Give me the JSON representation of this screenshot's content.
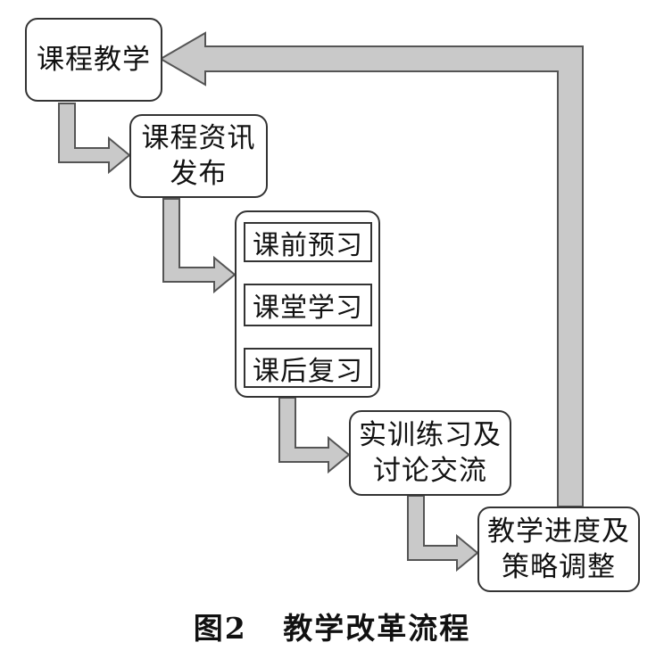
{
  "diagram": {
    "nodes": {
      "course_teaching": "课程教学",
      "info_release": {
        "line1": "课程资讯",
        "line2": "发布"
      },
      "study_group": {
        "pre_class": "课前预习",
        "in_class": "课堂学习",
        "after_class": "课后复习"
      },
      "practice_discussion": {
        "line1": "实训练习及",
        "line2": "讨论交流"
      },
      "progress_adjust": {
        "line1": "教学进度及",
        "line2": "策略调整"
      }
    },
    "caption": {
      "label": "图2",
      "title": "教学改革流程"
    }
  },
  "colors": {
    "arrow_fill": "#c9c9c9",
    "arrow_stroke": "#555555",
    "box_border": "#333333"
  }
}
